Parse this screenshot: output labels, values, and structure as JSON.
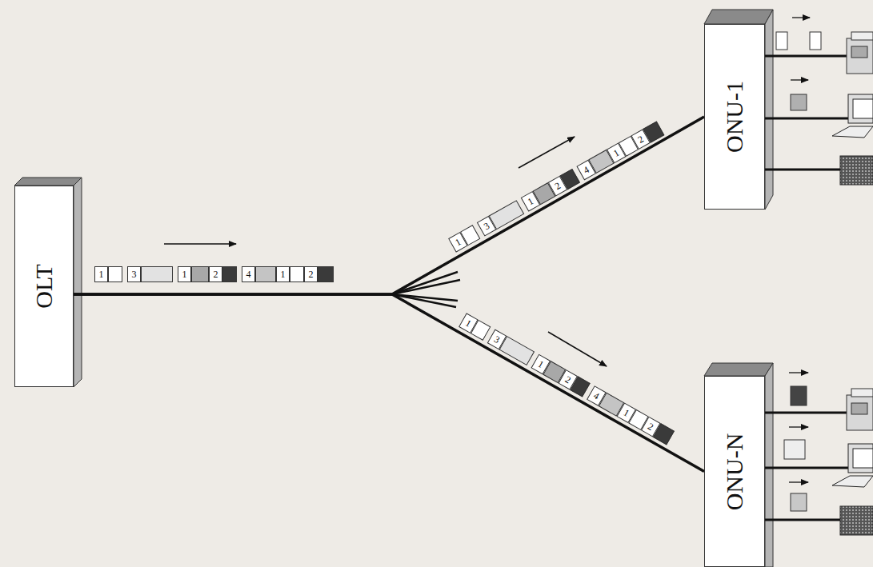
{
  "diagram": {
    "nodes": [
      {
        "text": [
          "OLT"
        ]
      },
      {
        "text": [
          "ONU-1"
        ]
      },
      {
        "text": [
          "ONU-N"
        ]
      }
    ],
    "edges": [
      {
        "from": 0,
        "to": 1,
        "arrow": "none"
      },
      {
        "from": 0,
        "to": 2,
        "arrow": "none"
      }
    ],
    "labels": [
      "1",
      "3",
      "1",
      "2",
      "4",
      "1",
      "2",
      "1",
      "3",
      "1",
      "2",
      "4",
      "1",
      "2",
      "1",
      "3",
      "1",
      "2",
      "4",
      "1",
      "2"
    ]
  }
}
